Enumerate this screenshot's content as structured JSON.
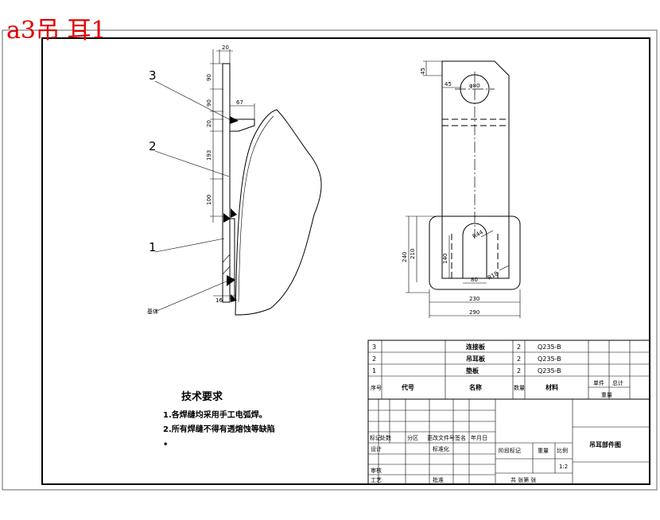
{
  "drawing_label": "a3吊 耳1",
  "side_view": {
    "callouts": [
      "3",
      "2",
      "1"
    ],
    "base_label": "基体",
    "dims": {
      "top": "20",
      "d90a": "90",
      "d90b": "90",
      "d20": "20",
      "d193": "193",
      "d100": "100",
      "d67": "67",
      "d16": "16"
    }
  },
  "front_view": {
    "dims": {
      "d45v": "45",
      "d45h": "45",
      "hole": "φ80",
      "d240": "240",
      "d210": "210",
      "d140": "140",
      "d80": "80",
      "d230": "230",
      "d290": "290",
      "r44": "R44",
      "r18": "R18"
    }
  },
  "tech_req": {
    "title": "技术要求",
    "items": [
      "1.各焊缝均采用手工电弧焊。",
      "2.所有焊缝不得有透熔蚀等缺陷",
      "•"
    ]
  },
  "bom": {
    "rows": [
      {
        "no": "3",
        "name": "连接板",
        "qty": "2",
        "material": "Q235-B"
      },
      {
        "no": "2",
        "name": "吊耳板",
        "qty": "2",
        "material": "Q235-B"
      },
      {
        "no": "1",
        "name": "垫板",
        "qty": "2",
        "material": "Q235-B"
      }
    ],
    "header": {
      "no": "序号",
      "code": "代号",
      "name": "名称",
      "qty": "数量",
      "material": "材料",
      "unit_weight": "单件",
      "total_weight": "总计",
      "weight": "重量"
    }
  },
  "title_block": {
    "revision_labels": [
      "标记",
      "处数",
      "分区",
      "更改文件号",
      "签名",
      "年月日"
    ],
    "design": "设计",
    "standardize": "标准化",
    "stage_labels": [
      "阶段标记",
      "重量",
      "比例"
    ],
    "scale": "1:2",
    "review": "审核",
    "process": "工艺",
    "approve": "批准",
    "sheets": "共  张第  张",
    "drawing_title": "吊耳部件图"
  }
}
